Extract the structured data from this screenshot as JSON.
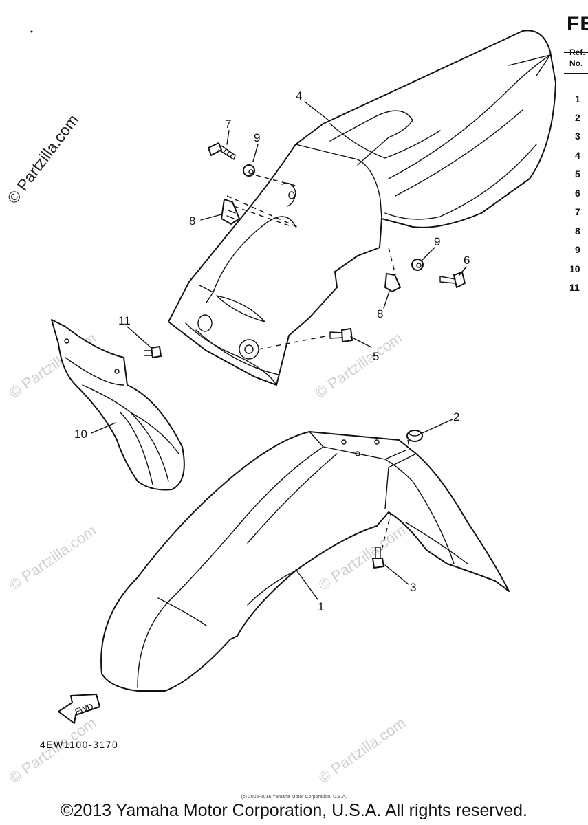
{
  "table": {
    "title": "FE",
    "ref_label": "Ref.",
    "no_label": "No.",
    "rows": [
      "1",
      "2",
      "3",
      "4",
      "5",
      "6",
      "7",
      "8",
      "9",
      "10",
      "11"
    ]
  },
  "callouts": {
    "c1": "1",
    "c2": "2",
    "c3": "3",
    "c4": "4",
    "c5": "5",
    "c6": "6",
    "c7": "7",
    "c8a": "8",
    "c8b": "8",
    "c9a": "9",
    "c9b": "9",
    "c10": "10",
    "c11": "11"
  },
  "fwd_label": "FWD",
  "diagram_code": "4EW1100-3170",
  "watermark": {
    "text": "© Partzilla.com",
    "label_dark": "© Partzilla.com"
  },
  "small_copyright": "(c) 2005-2016 Yamaha Motor Corporation, U.S.A.",
  "copyright": "©2013 Yamaha Motor Corporation, U.S.A. All rights reserved.",
  "colors": {
    "line": "#111111",
    "watermark": "#cfcfcf",
    "background": "#ffffff"
  }
}
